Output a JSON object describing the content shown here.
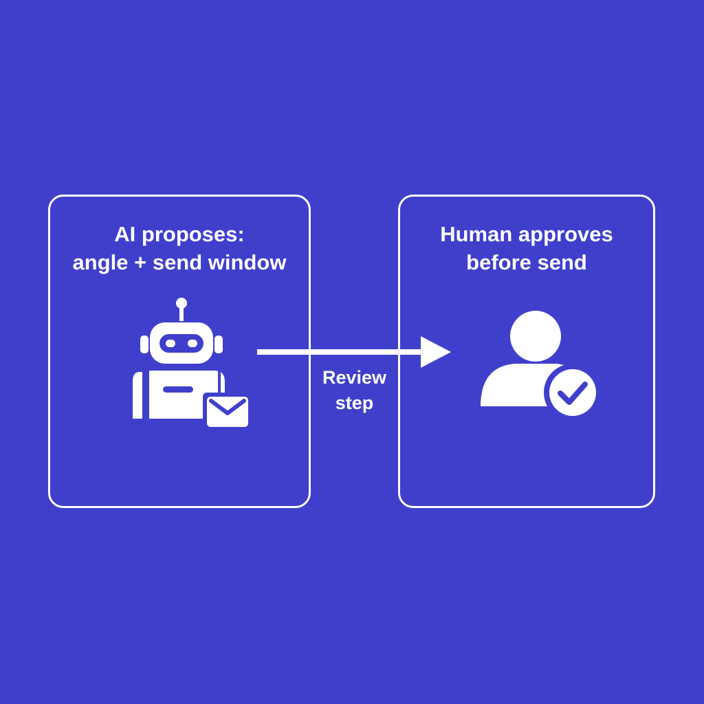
{
  "diagram": {
    "left_panel": {
      "title_lines": [
        "AI proposes:",
        "angle + send window"
      ],
      "icon": "robot-with-envelope-icon"
    },
    "connector": {
      "label_lines": [
        "Review",
        "step"
      ],
      "icon": "arrow-right-icon"
    },
    "right_panel": {
      "title_lines": [
        "Human approves",
        "before send"
      ],
      "icon": "user-check-icon"
    },
    "colors": {
      "background": "#3f3fcc",
      "foreground": "#ffffff"
    }
  }
}
